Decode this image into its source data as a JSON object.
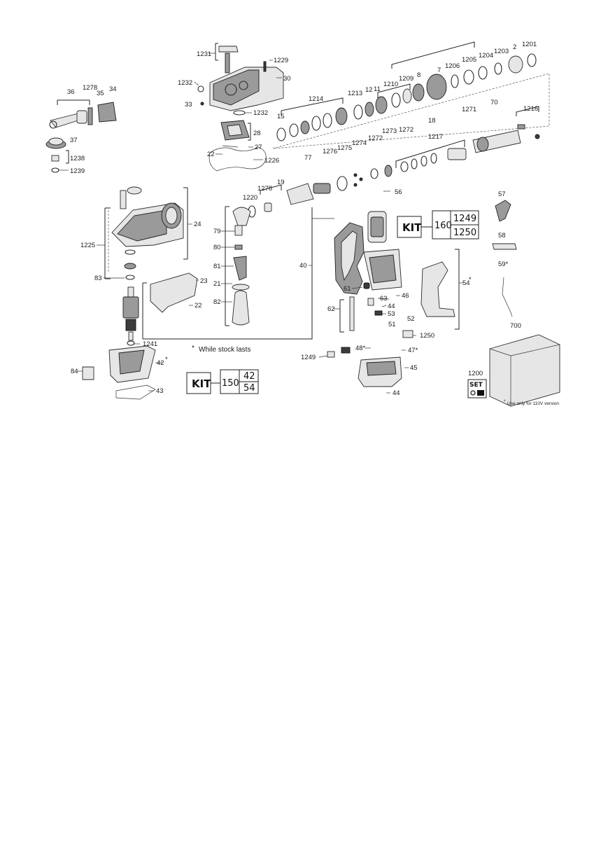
{
  "labels": {
    "l1231": "1231",
    "l1229": "1229",
    "l30": "30",
    "l1232a": "1232",
    "l33": "33",
    "l1232b": "1232",
    "l28": "28",
    "l27": "27",
    "l22a": "22",
    "l1226": "1226",
    "l36": "36",
    "l1278a": "1278",
    "l35": "35",
    "l34": "34",
    "l37": "37",
    "l1238": "1238",
    "l1239": "1239",
    "l2": "2",
    "l1201": "1201",
    "l1203": "1203",
    "l1204": "1204",
    "l1205": "1205",
    "l1206": "1206",
    "l7": "7",
    "l8": "8",
    "l1209": "1209",
    "l1210": "1210",
    "l11": "11",
    "l12": "12",
    "l1213": "1213",
    "l1214": "1214",
    "l15": "15",
    "l70": "70",
    "l1271": "1271",
    "l1216": "1216",
    "l18": "18",
    "l1217": "1217",
    "l1273": "1273",
    "l1272a": "1272",
    "l1272b": "1272",
    "l1274": "1274",
    "l1275": "1275",
    "l1276": "1276",
    "l77": "77",
    "l19": "19",
    "l1278b": "1278",
    "l1220": "1220",
    "l56": "56",
    "l24": "24",
    "l1225": "1225",
    "l83": "83",
    "l23": "23",
    "l22b": "22",
    "l1241": "1241",
    "l79": "79",
    "l80": "80",
    "l81": "81",
    "l21": "21",
    "l82": "82",
    "l40": "40",
    "l57": "57",
    "l58": "58",
    "l59": "59*",
    "l54": "54",
    "l61": "61",
    "l63": "63",
    "l46": "46",
    "l44a": "44",
    "l53": "53",
    "l62": "62",
    "l52": "52",
    "l51": "51",
    "l1250b": "1250",
    "l48": "48*",
    "l47": "47*",
    "l1249b": "1249",
    "l45": "45",
    "l44b": "44",
    "l84": "84",
    "l42": "42",
    "l43": "43",
    "l700": "700",
    "l1200": "1200"
  },
  "kit1": {
    "word": "KIT",
    "num": "160",
    "top": "1249",
    "bottom": "1250"
  },
  "kit2": {
    "word": "KIT",
    "num": "150",
    "top": "42",
    "bottom": "54"
  },
  "set_badge": {
    "word": "SET"
  },
  "note_stock": "While stock lasts",
  "note_110v": "Use only for 110V version",
  "asterisk": "*"
}
